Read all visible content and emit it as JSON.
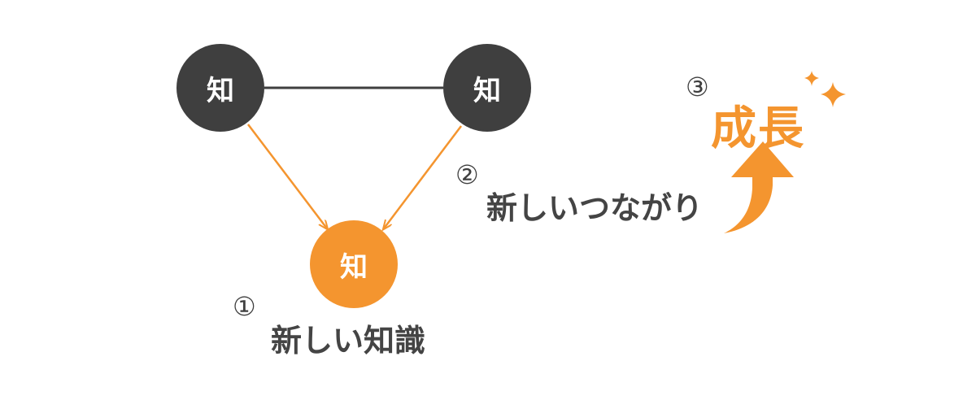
{
  "nodes": {
    "left_label": "知",
    "right_label": "知",
    "bottom_label": "知"
  },
  "steps": [
    {
      "number": "①",
      "label": "新しい知識"
    },
    {
      "number": "②",
      "label": "新しいつながり"
    },
    {
      "number": "③",
      "label": "成長"
    }
  ],
  "colors": {
    "dark_node": "#3f3f3f",
    "accent_orange": "#f4952f",
    "text_dark": "#444444",
    "connector_dark": "#3f3f3f",
    "connector_orange": "#f4952f"
  },
  "icons": [
    "arrow-down-right-icon",
    "arrow-down-left-icon",
    "curved-up-arrow-icon",
    "sparkle-icon"
  ]
}
